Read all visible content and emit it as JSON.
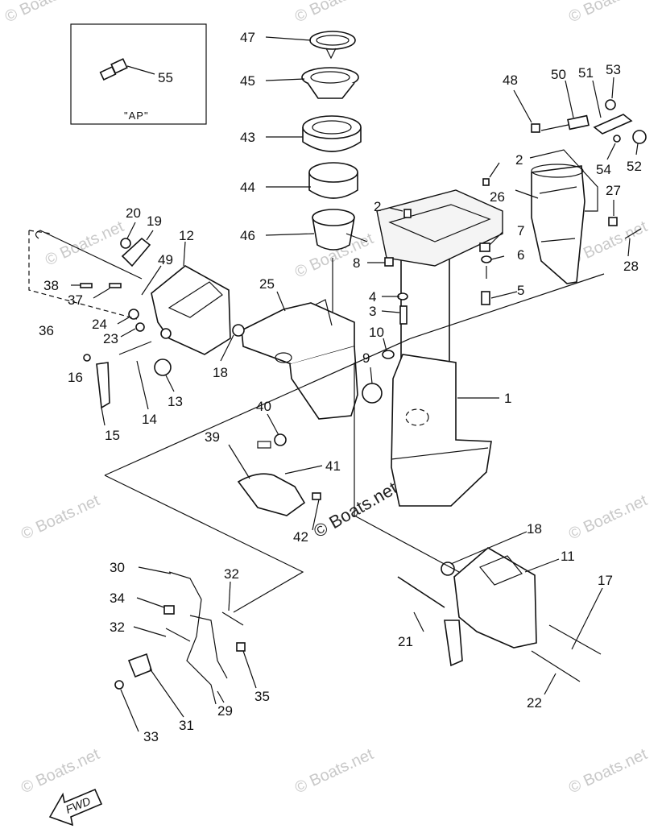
{
  "inset": {
    "label": "\"AP\"",
    "part": "55"
  },
  "fwd_label": "FWD",
  "watermark": "© Boats.net",
  "watermark_center": "© Boats.net",
  "callouts": {
    "c1": "1",
    "c2a": "2",
    "c2b": "2",
    "c3": "3",
    "c4": "4",
    "c5": "5",
    "c6": "6",
    "c7": "7",
    "c8": "8",
    "c9": "9",
    "c10": "10",
    "c11": "11",
    "c12": "12",
    "c13": "13",
    "c14": "14",
    "c15": "15",
    "c16": "16",
    "c17": "17",
    "c18a": "18",
    "c18b": "18",
    "c19": "19",
    "c20": "20",
    "c21": "21",
    "c22": "22",
    "c23": "23",
    "c24": "24",
    "c25": "25",
    "c26": "26",
    "c27": "27",
    "c28": "28",
    "c29": "29",
    "c30": "30",
    "c31": "31",
    "c32a": "32",
    "c32b": "32",
    "c33": "33",
    "c34": "34",
    "c35": "35",
    "c36": "36",
    "c37": "37",
    "c38": "38",
    "c39": "39",
    "c40": "40",
    "c41": "41",
    "c42": "42",
    "c43": "43",
    "c44": "44",
    "c45": "45",
    "c46": "46",
    "c47": "47",
    "c48": "48",
    "c49": "49",
    "c50": "50",
    "c51": "51",
    "c52": "52",
    "c53": "53",
    "c54": "54"
  }
}
